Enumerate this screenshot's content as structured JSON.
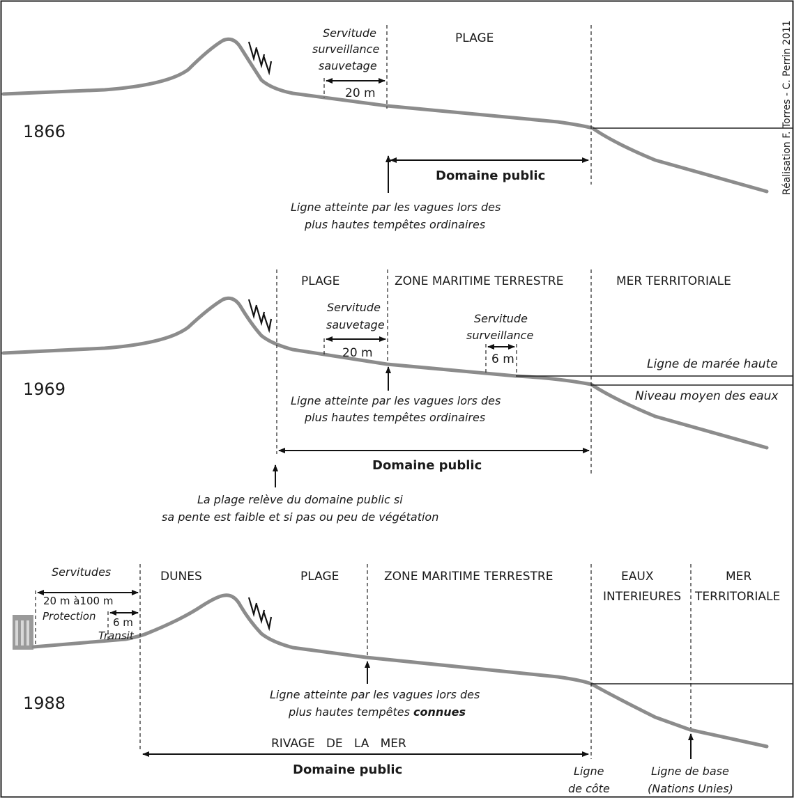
{
  "credit": "Réalisation F. Torres - C. Perrin 2011",
  "panel_1866": {
    "year": "1866",
    "servitude_l1": "Servitude",
    "servitude_l2": "surveillance",
    "servitude_l3": "sauvetage",
    "dist_20m": "20 m",
    "plage": "PLAGE",
    "domaine_public": "Domaine public",
    "ligne_l1": "Ligne atteinte par les vagues lors des",
    "ligne_l2": "plus hautes tempêtes ordinaires"
  },
  "panel_1969": {
    "year": "1969",
    "plage": "PLAGE",
    "zone_mt": "ZONE MARITIME TERRESTRE",
    "mer_territoriale": "MER TERRITORIALE",
    "serv_sauv_l1": "Servitude",
    "serv_sauv_l2": "sauvetage",
    "dist_20m": "20 m",
    "serv_surv_l1": "Servitude",
    "serv_surv_l2": "surveillance",
    "dist_6m": "6 m",
    "maree_haute": "Ligne de marée haute",
    "niveau_moyen": "Niveau moyen des eaux",
    "ligne_l1": "Ligne atteinte par les vagues lors des",
    "ligne_l2": "plus hautes tempêtes ordinaires",
    "domaine_public": "Domaine public",
    "plage_note_l1": "La plage relève du domaine public si",
    "plage_note_l2": "sa pente est faible et si pas ou peu de végétation"
  },
  "panel_1988": {
    "year": "1988",
    "servitudes": "Servitudes",
    "dist_20_100": "20 m à100 m",
    "protection": "Protection",
    "dist_6m": "6 m",
    "transit": "Transit",
    "dunes": "DUNES",
    "plage": "PLAGE",
    "zone_mt": "ZONE MARITIME TERRESTRE",
    "eaux_l1": "EAUX",
    "eaux_l2": "INTERIEURES",
    "mer_l1": "MER",
    "mer_l2": "TERRITORIALE",
    "ligne_l1": "Ligne atteinte par les vagues lors des",
    "ligne_l2_prefix": "plus hautes tempêtes ",
    "ligne_l2_bold": "connues",
    "rivage": "RIVAGE   DE   LA   MER",
    "domaine_public": "Domaine public",
    "cote_l1": "Ligne",
    "cote_l2": "de côte",
    "base_l1": "Ligne de base",
    "base_l2": "(Nations Unies)"
  }
}
